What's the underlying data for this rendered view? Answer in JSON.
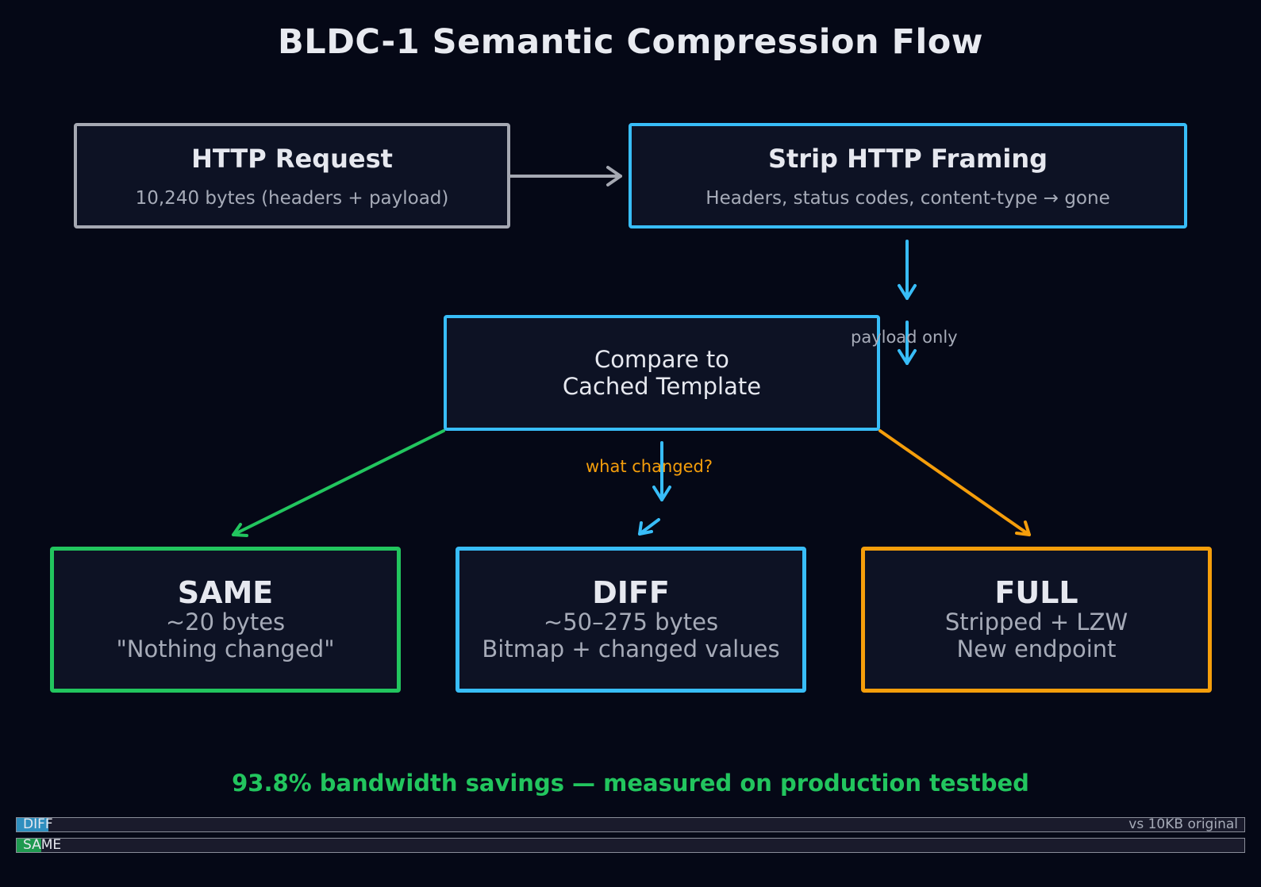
{
  "title": "BLDC-1 Semantic Compression Flow",
  "nodes": {
    "http_request": {
      "title": "HTTP Request",
      "subtitle": "10,240 bytes (headers + payload)"
    },
    "strip_framing": {
      "title": "Strip HTTP Framing",
      "subtitle": "Headers, status codes, content-type → gone"
    },
    "compare": {
      "line1": "Compare to",
      "line2": "Cached Template"
    },
    "same": {
      "title": "SAME",
      "line1": "~20 bytes",
      "line2": "\"Nothing changed\""
    },
    "diff": {
      "title": "DIFF",
      "line1": "~50–275 bytes",
      "line2": "Bitmap + changed values"
    },
    "full": {
      "title": "FULL",
      "line1": "Stripped + LZW",
      "line2": "New endpoint"
    }
  },
  "edge_labels": {
    "payload_only": "payload only",
    "what_changed": "what changed?"
  },
  "savings": "93.8% bandwidth savings — measured on production testbed",
  "bars": {
    "diff": {
      "label": "DIFF",
      "fraction": 0.026
    },
    "same": {
      "label": "SAME",
      "fraction": 0.02
    },
    "note": "vs 10KB original"
  },
  "colors": {
    "background": "#050816",
    "gray": "#a5a8b2",
    "blue": "#38bdf8",
    "green": "#22c55e",
    "orange": "#f59e0b"
  }
}
